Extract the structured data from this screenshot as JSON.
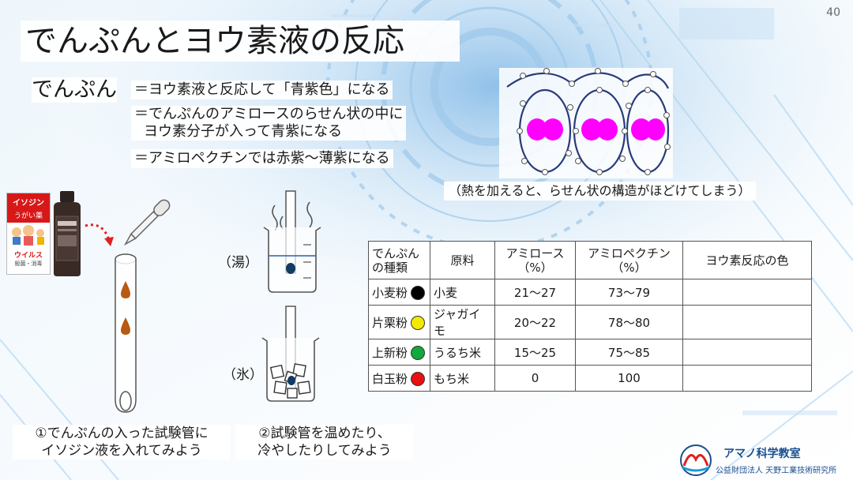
{
  "page_number": "40",
  "title": "でんぷんとヨウ素液の反応",
  "definition": {
    "term": "でんぷん",
    "line1": "＝ヨウ素液と反応して「青紫色」になる",
    "line2a": "＝でんぷんのアミロースのらせん状の中に",
    "line2b": "ヨウ素分子が入って青紫になる",
    "line3": "＝アミロペクチンでは赤紫～薄紫になる"
  },
  "helix_caption": "（熱を加えると、らせん状の構造がほどけてしまう）",
  "bottle": {
    "brand": "イソジン",
    "product": "うがい薬",
    "tag": "ウイルス",
    "sub": "殺菌・消毒"
  },
  "beakers": {
    "hot_label": "（湯）",
    "ice_label": "（氷）"
  },
  "steps": {
    "step1_line1": "①でんぷんの入った試験管に",
    "step1_line2": "イソジン液を入れてみよう",
    "step2_line1": "②試験管を温めたり、",
    "step2_line2": "冷やしたりしてみよう"
  },
  "table": {
    "headers": {
      "type_line1": "でんぷん",
      "type_line2": "の種類",
      "source": "原料",
      "amylose_line1": "アミロース",
      "amylose_line2": "（%）",
      "amylopectin_line1": "アミロペクチン",
      "amylopectin_line2": "（%）",
      "color": "ヨウ素反応の色"
    },
    "rows": [
      {
        "type": "小麦粉",
        "dot_color": "#000000",
        "source": "小麦",
        "amylose": "21～27",
        "amylopectin": "73～79",
        "color": ""
      },
      {
        "type": "片栗粉",
        "dot_color": "#f2ea00",
        "source": "ジャガイモ",
        "amylose": "20～22",
        "amylopectin": "78～80",
        "color": ""
      },
      {
        "type": "上新粉",
        "dot_color": "#11a83c",
        "source": "うるち米",
        "amylose": "15～25",
        "amylopectin": "75～85",
        "color": ""
      },
      {
        "type": "白玉粉",
        "dot_color": "#e81010",
        "source": "もち米",
        "amylose": "0",
        "amylopectin": "100",
        "color": ""
      }
    ]
  },
  "logo": {
    "name": "アマノ科学教室",
    "org": "公益財団法人 天野工業技術研究所"
  },
  "colors": {
    "iodine_drop": "#b85a14",
    "iodine_complex": "#ff00ff",
    "helix_line": "#2a3a7a",
    "bottle_label_red": "#d81818",
    "logo_blue": "#1a4f8f"
  }
}
